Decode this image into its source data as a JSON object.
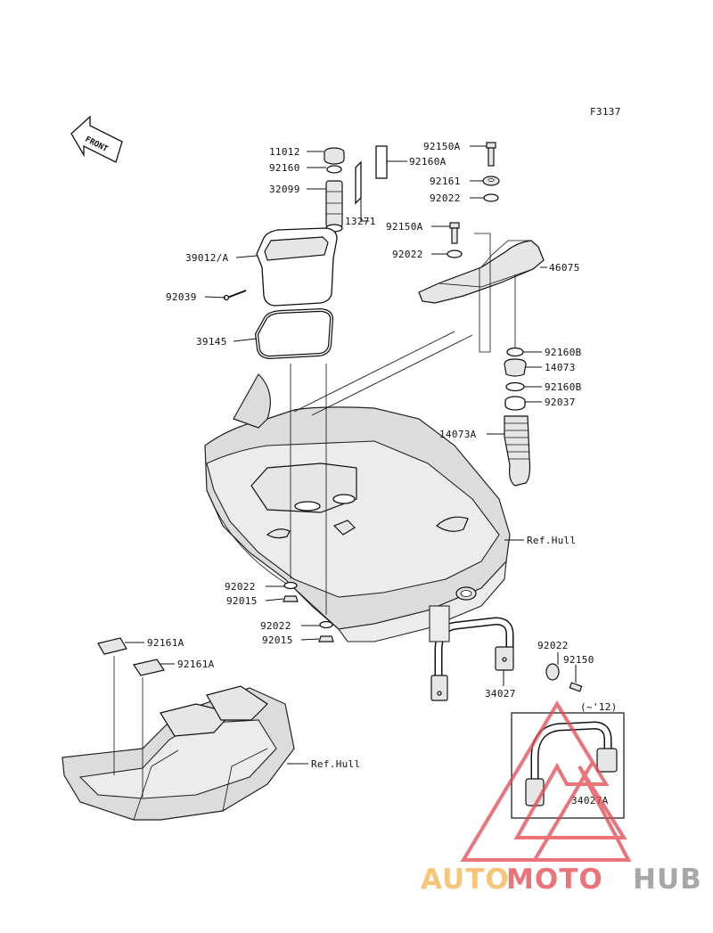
{
  "figure_code": "F3137",
  "front_arrow_label": "FRONT",
  "parts": {
    "p11012": "11012",
    "p92160": "92160",
    "p32099": "32099",
    "p13271": "13271",
    "p39012A": "39012/A",
    "p92039": "92039",
    "p39145": "39145",
    "p92160A": "92160A",
    "p92150A_1": "92150A",
    "p92161": "92161",
    "p92022_1": "92022",
    "p92150A_2": "92150A",
    "p92022_2": "92022",
    "p46075": "46075",
    "p92160B_1": "92160B",
    "p14073": "14073",
    "p92160B_2": "92160B",
    "p92037": "92037",
    "p14073A": "14073A",
    "refhull_1": "Ref.Hull",
    "p92022_3": "92022",
    "p92015_1": "92015",
    "p92022_4": "92022",
    "p92015_2": "92015",
    "p92161A_1": "92161A",
    "p92161A_2": "92161A",
    "refhull_2": "Ref.Hull",
    "p92022_5": "92022",
    "p92150": "92150",
    "p34027": "34027",
    "note_year": "(~'12)",
    "p34027A": "34027A"
  },
  "watermark": {
    "part1": "AUTO",
    "part2": "MOTO",
    "part3": "HUB",
    "color_orange": "#f6b24a",
    "color_red": "#e8454f",
    "color_gray": "#8a8a8a"
  }
}
